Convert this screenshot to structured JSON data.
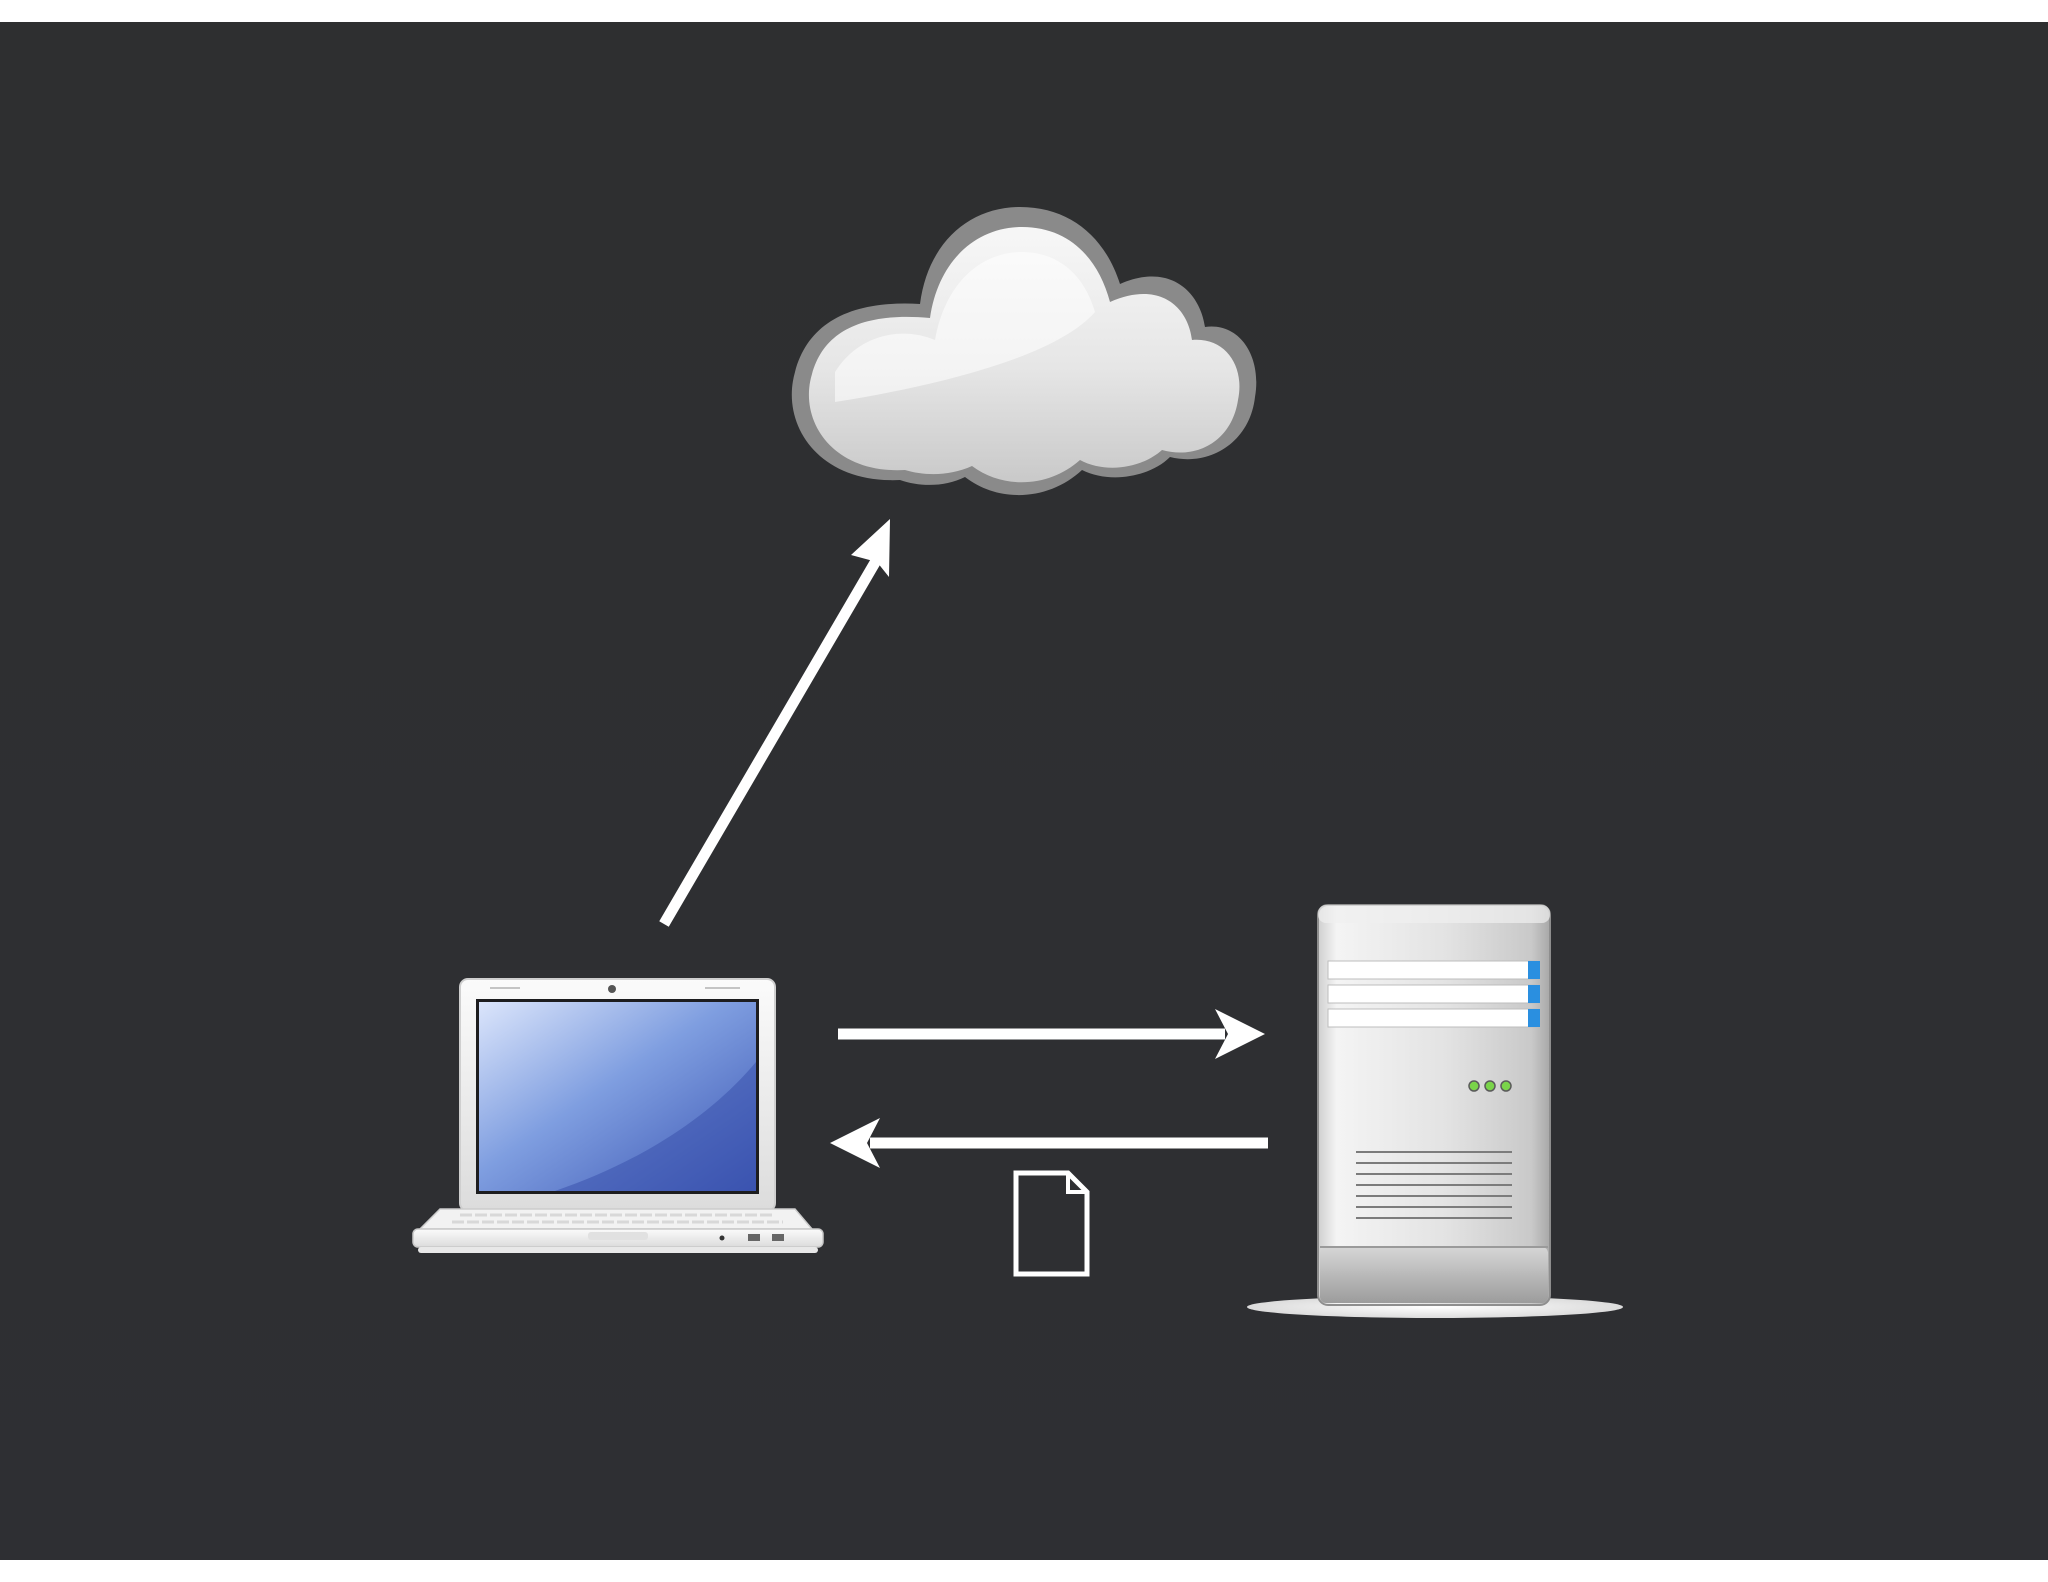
{
  "diagram": {
    "background_color": "#2e2f30",
    "page_color": "#ffffff",
    "arrow_color": "#ffffff",
    "nodes": [
      {
        "id": "cloud",
        "icon": "cloud-icon"
      },
      {
        "id": "laptop",
        "icon": "laptop-icon"
      },
      {
        "id": "server",
        "icon": "server-tower-icon"
      },
      {
        "id": "document",
        "icon": "document-icon"
      }
    ],
    "edges": [
      {
        "from": "laptop",
        "to": "cloud"
      },
      {
        "from": "laptop",
        "to": "server"
      },
      {
        "from": "server",
        "to": "laptop",
        "carries": "document"
      }
    ],
    "colors": {
      "laptop_screen": "#4f73c8",
      "server_accent": "#2a8fe0",
      "server_led": "#7ad44a"
    }
  }
}
